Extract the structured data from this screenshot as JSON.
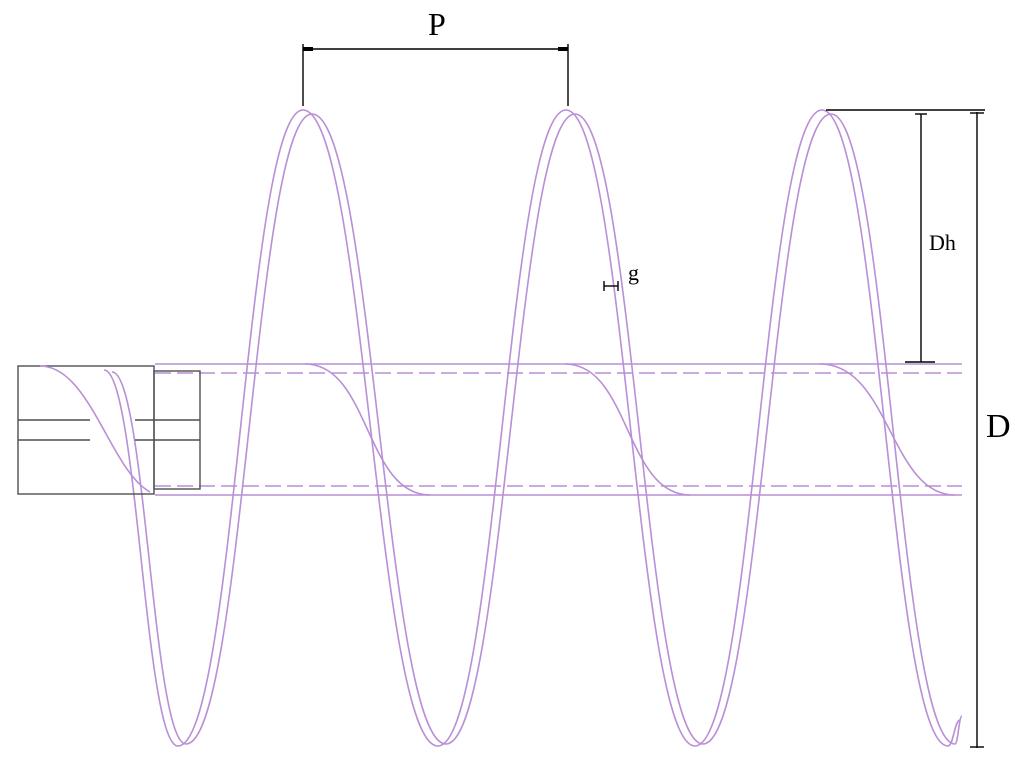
{
  "colors": {
    "helix": "#b98fd6",
    "shaft": "#b98fd6",
    "hub": "#4f4f4f",
    "dimension": "#000000"
  },
  "labels": {
    "pitch": "P",
    "flight_depth": "Dh",
    "gap": "g",
    "diameter": "D"
  }
}
